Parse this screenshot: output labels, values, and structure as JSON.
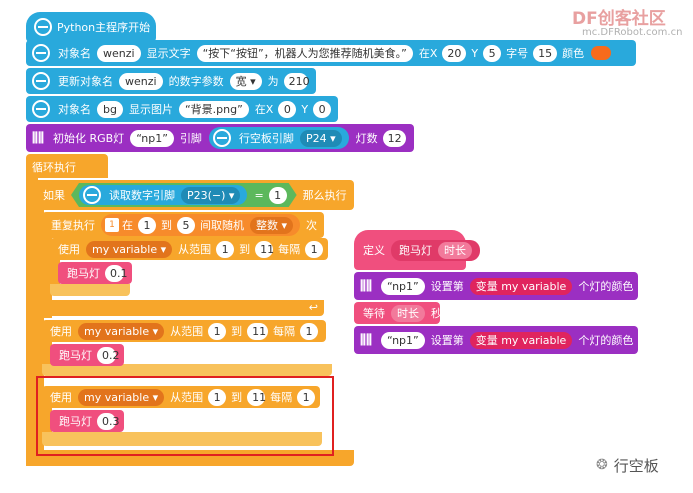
{
  "hat": {
    "label": "Python主程序开始"
  },
  "blocks": {
    "text": {
      "label_obj": "对象名",
      "obj": "wenzi",
      "label_show": "显示文字",
      "text": "“按下“按钮”，机器人为您推荐随机美食。”",
      "label_x": "在X",
      "x": "20",
      "label_y": "Y",
      "y": "5",
      "label_size": "字号",
      "size": "15",
      "label_color": "颜色",
      "color": "#f76b1c"
    },
    "update": {
      "label_a": "更新对象名",
      "obj": "wenzi",
      "label_b": "的数字参数",
      "param": "宽 ▾",
      "label_c": "为",
      "value": "210"
    },
    "image": {
      "label_obj": "对象名",
      "obj": "bg",
      "label_show": "显示图片",
      "file": "“背景.png”",
      "label_x": "在X",
      "x": "0",
      "label_y": "Y",
      "y": "0"
    },
    "rgb_init": {
      "label_a": "初始化 RGB灯",
      "name": "“np1”",
      "label_pin": "引脚",
      "label_board": "行空板引脚",
      "pin": "P24 ▾",
      "label_count": "灯数",
      "count": "12"
    }
  },
  "loop": {
    "label": "循环执行"
  },
  "if_block": {
    "label_if": "如果",
    "label_read": "读取数字引脚",
    "pin": "P23(−) ▾",
    "op": "=",
    "value": "1",
    "label_then": "那么执行"
  },
  "repeat": {
    "label_a": "重复执行",
    "icon": "1",
    "label_b": "在",
    "from": "1",
    "label_c": "到",
    "to": "5",
    "label_d": "间取随机",
    "type": "整数 ▾",
    "label_e": "次"
  },
  "for_blocks": [
    {
      "label_use": "使用",
      "var": "my variable ▾",
      "label_range": "从范围",
      "from": "1",
      "label_to": "到",
      "to": "11",
      "label_step": "每隔",
      "step": "1",
      "call": "跑马灯",
      "arg": "0.1"
    },
    {
      "label_use": "使用",
      "var": "my variable ▾",
      "label_range": "从范围",
      "from": "1",
      "label_to": "到",
      "to": "11",
      "label_step": "每隔",
      "step": "1",
      "call": "跑马灯",
      "arg": "0.2"
    },
    {
      "label_use": "使用",
      "var": "my variable ▾",
      "label_range": "从范围",
      "from": "1",
      "label_to": "到",
      "to": "11",
      "label_step": "每隔",
      "step": "1",
      "call": "跑马灯",
      "arg": "0.3"
    }
  ],
  "func": {
    "label_def": "定义",
    "name": "跑马灯",
    "param": "时长",
    "set1": {
      "name": "“np1”",
      "label_a": "设置第",
      "var": "变量 my variable",
      "label_b": "个灯的颜色",
      "color": "#ff0000"
    },
    "wait": {
      "label_a": "等待",
      "param": "时长",
      "label_b": "秒"
    },
    "set2": {
      "name": "“np1”",
      "label_a": "设置第",
      "var": "变量 my variable",
      "label_b": "个灯的颜色",
      "color": "#000000"
    }
  },
  "watermark": {
    "brand": "DF创客社区",
    "url": "mc.DFRobot.com.cn",
    "footer": "行空板"
  }
}
